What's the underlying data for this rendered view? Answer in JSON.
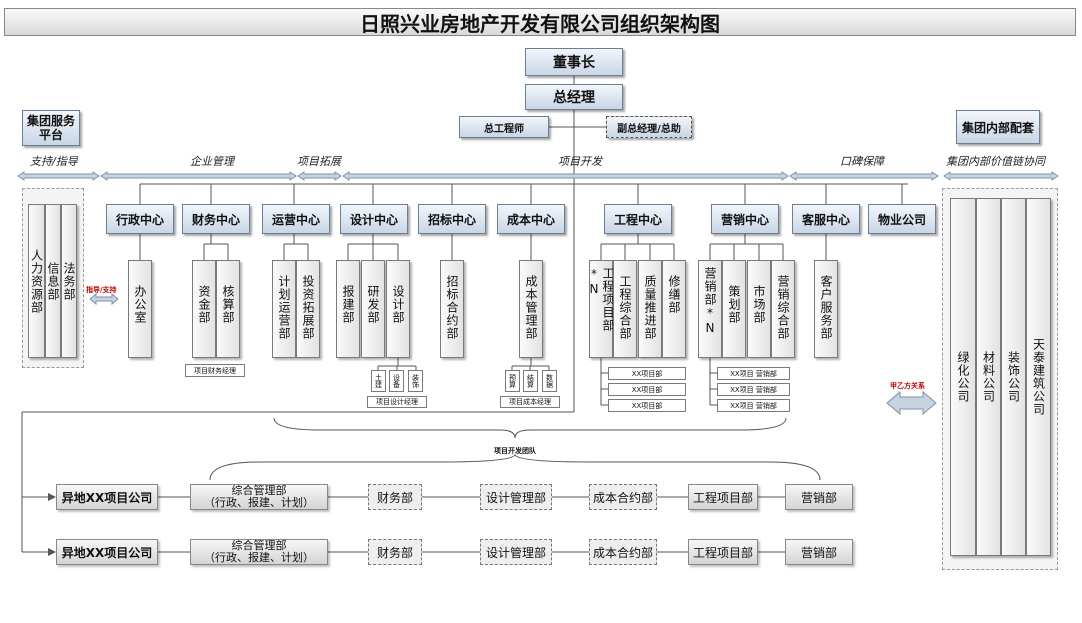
{
  "title": "日照兴业房地产开发有限公司组织架构图",
  "top": {
    "chairman": "董事长",
    "gm": "总经理",
    "chief_engineer": "总工程师",
    "deputy_gm": "副总经理/总助"
  },
  "left_panel": {
    "title": "集团服务平台",
    "guide": "指导/支持",
    "items": [
      "人力资源部",
      "信息部",
      "法务部"
    ]
  },
  "right_panel": {
    "title": "集团内部配套",
    "relation": "甲乙方关系",
    "items": [
      "绿化公司",
      "材料公司",
      "装饰公司",
      "天泰建筑公司"
    ]
  },
  "sections": {
    "support": "支持/指导",
    "enterprise": "企业管理",
    "expand": "项目拓展",
    "develop": "项目开发",
    "reputation": "口碑保障",
    "value_chain": "集团内部价值链协同"
  },
  "centers": [
    "行政中心",
    "财务中心",
    "运营中心",
    "设计中心",
    "招标中心",
    "成本中心",
    "工程中心",
    "营销中心",
    "客服中心",
    "物业公司"
  ],
  "depts": {
    "admin": [
      "办公室"
    ],
    "finance": [
      "资金部",
      "核算部"
    ],
    "operation": [
      "计划运营部",
      "投资拓展部"
    ],
    "design": [
      "报建部",
      "研发部",
      "设计部"
    ],
    "bid": [
      "招标合约部"
    ],
    "cost": [
      "成本管理部"
    ],
    "engineering": [
      "工程项目部*N",
      "工程综合部",
      "质量推进部",
      "修缮部"
    ],
    "marketing": [
      "营销部*N",
      "策划部",
      "市场部",
      "营销综合部"
    ],
    "service": [
      "客户服务部"
    ]
  },
  "sub_items": {
    "finance_mgr": "项目财务经理",
    "design_subs": [
      "土建",
      "设备",
      "装饰"
    ],
    "design_mgr": "项目设计经理",
    "cost_subs": [
      "预算",
      "结算",
      "数据"
    ],
    "cost_mgr": "项目成本经理",
    "eng_projects": [
      "XX项目部",
      "XX项目部",
      "XX项目部"
    ],
    "mkt_projects": [
      "XX项目 营销部",
      "XX项目 营销部",
      "XX项目 营销部"
    ]
  },
  "team_label": "项目开发团队",
  "project_rows": [
    {
      "company": "异地XX项目公司",
      "units": [
        "综合管理部（行政、报建、计划）",
        "财务部",
        "设计管理部",
        "成本合约部",
        "工程项目部",
        "营销部"
      ]
    },
    {
      "company": "异地XX项目公司",
      "units": [
        "综合管理部（行政、报建、计划）",
        "财务部",
        "设计管理部",
        "成本合约部",
        "工程项目部",
        "营销部"
      ]
    }
  ],
  "unit_line1": "综合管理部",
  "unit_line2": "（行政、报建、计划）"
}
